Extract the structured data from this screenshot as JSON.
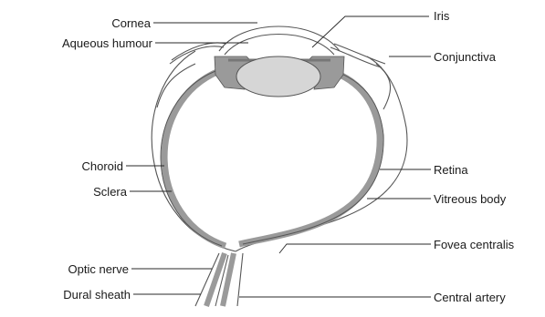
{
  "labels": {
    "cornea": "Cornea",
    "aqueous_humour": "Aqueous humour",
    "choroid": "Choroid",
    "sclera": "Sclera",
    "optic_nerve": "Optic nerve",
    "dural_sheath": "Dural sheath",
    "iris": "Iris",
    "conjunctiva": "Conjunctiva",
    "retina": "Retina",
    "vitreous_body": "Vitreous body",
    "fovea_centralis": "Fovea centralis",
    "central_artery": "Central artery"
  },
  "colors": {
    "tissue_gray": "#9a9a9a",
    "lens_fill": "#d6d6d6",
    "outline": "#555555",
    "text": "#1a1a1a"
  }
}
